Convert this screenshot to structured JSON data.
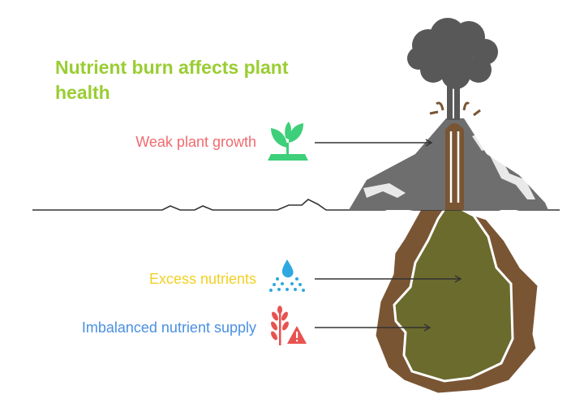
{
  "title": "Nutrient burn affects plant health",
  "labels": {
    "weak": "Weak plant growth",
    "excess": "Excess nutrients",
    "imbalanced": "Imbalanced nutrient supply"
  },
  "colors": {
    "title": "#9acd32",
    "weak": "#ee6b6e",
    "excess": "#f2d024",
    "imbalanced": "#4a90e2",
    "sprout_icon": "#3ecf7a",
    "water_icon": "#2ea8e0",
    "warning_icon": "#e8524f",
    "volcano": "#6e6e6e",
    "smoke": "#585858",
    "magma_outer": "#7a5534",
    "magma_inner": "#6b6b2e"
  },
  "icons": {
    "weak": "sprout-icon",
    "excess": "water-drop-icon",
    "imbalanced": "wheat-warning-icon"
  }
}
